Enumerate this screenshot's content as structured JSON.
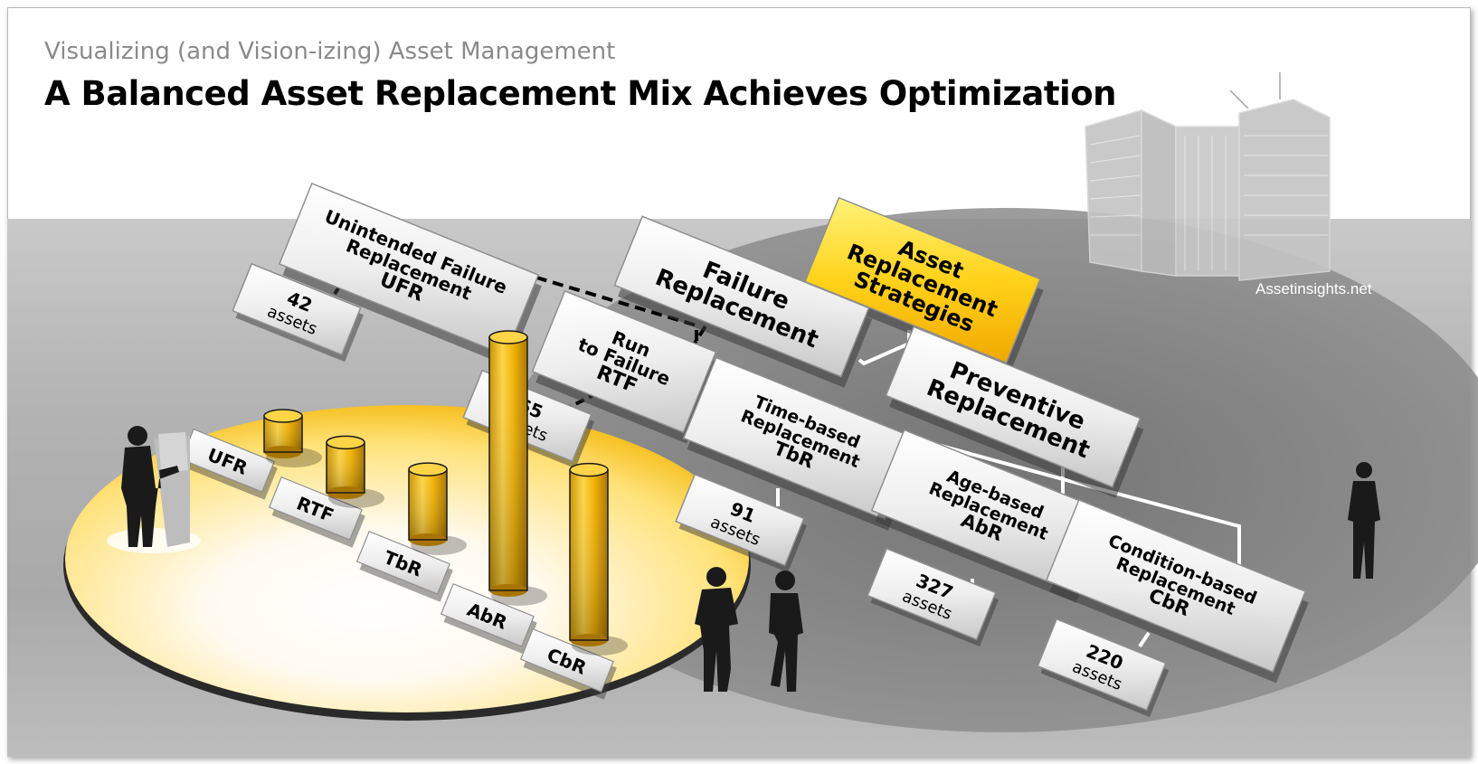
{
  "header": {
    "subtitle": "Visualizing (and Vision-izing) Asset Management",
    "title": "A Balanced Asset Replacement Mix Achieves Optimization",
    "credit": "Assetinsights.net"
  },
  "colors": {
    "gold": "#f5b800",
    "gold_dark": "#b8860b",
    "floor": "#b5b5b5",
    "panel": "#e4e4e4"
  },
  "diagram": {
    "root": {
      "lines": [
        "Asset",
        "Replacement",
        "Strategies"
      ]
    },
    "failure": {
      "lines": [
        "Failure",
        "Replacement"
      ]
    },
    "preventive": {
      "lines": [
        "Preventive",
        "Replacement"
      ]
    },
    "ufr": {
      "lines": [
        "Unintended Failure",
        "Replacement"
      ],
      "code": "UFR"
    },
    "rtf": {
      "lines": [
        "Run",
        "to Failure"
      ],
      "code": "RTF"
    },
    "tbr": {
      "lines": [
        "Time-based",
        "Replacement"
      ],
      "code": "TbR"
    },
    "abr": {
      "lines": [
        "Age-based",
        "Replacement"
      ],
      "code": "AbR"
    },
    "cbr": {
      "lines": [
        "Condition-based",
        "Replacement"
      ],
      "code": "CbR"
    },
    "counts": {
      "ufr": {
        "number": "42",
        "unit": "assets"
      },
      "rtf": {
        "number": "65",
        "unit": "assets"
      },
      "tbr": {
        "number": "91",
        "unit": "assets"
      },
      "abr": {
        "number": "327",
        "unit": "assets"
      },
      "cbr": {
        "number": "220",
        "unit": "assets"
      }
    }
  },
  "chart_data": {
    "type": "bar",
    "categories": [
      "UFR",
      "RTF",
      "TbR",
      "AbR",
      "CbR"
    ],
    "values": [
      42,
      65,
      91,
      327,
      220
    ]
  }
}
